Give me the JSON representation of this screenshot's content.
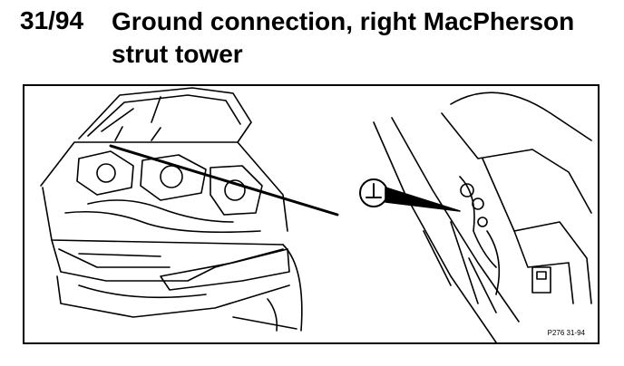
{
  "header": {
    "code": "31/94",
    "title": "Ground connection, right MacPherson strut tower"
  },
  "figure": {
    "ground_symbol": "⊥",
    "reference": "P276 31-94"
  }
}
